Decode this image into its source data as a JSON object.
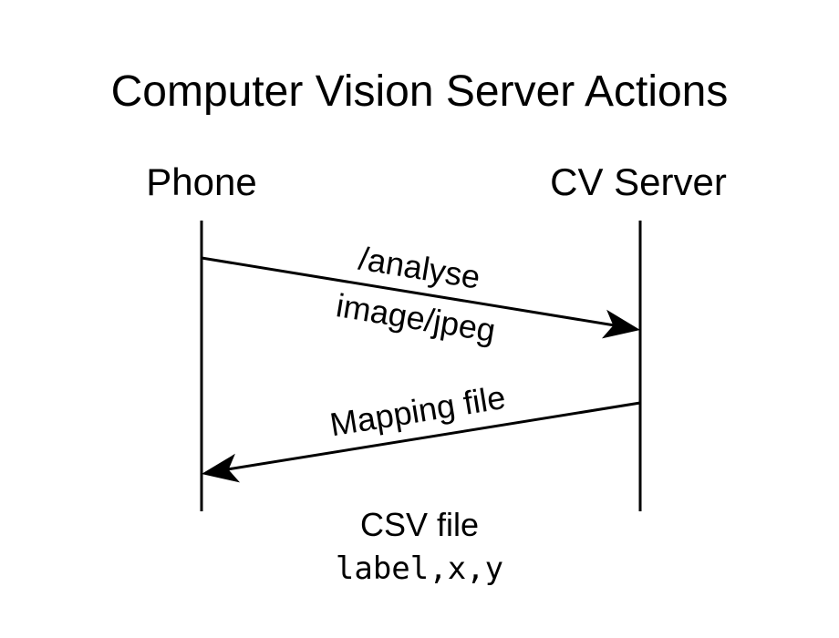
{
  "title": "Computer Vision Server Actions",
  "actors": {
    "left": "Phone",
    "right": "CV Server"
  },
  "messages": {
    "request": {
      "label_above": "/analyse",
      "label_below": "image/jpeg",
      "direction": "Phone to CV Server"
    },
    "response": {
      "label_above": "Mapping file",
      "direction": "CV Server to Phone"
    }
  },
  "note": {
    "line1": "CSV file",
    "line2": "label,x,y"
  }
}
